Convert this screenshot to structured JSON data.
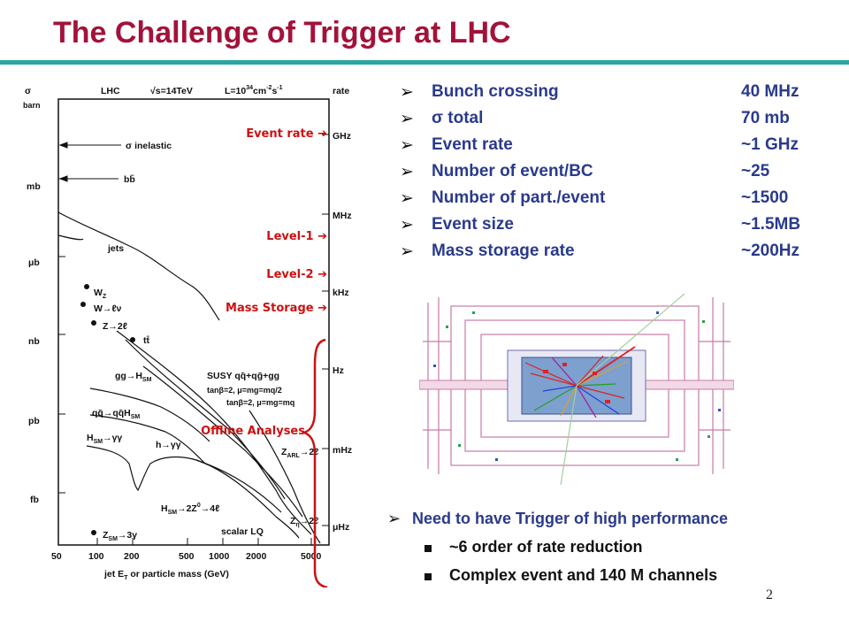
{
  "slide": {
    "title": "The Challenge of Trigger at LHC",
    "page_number": "2"
  },
  "plot": {
    "header": {
      "left": "LHC",
      "energy": "√s=14TeV",
      "lumi": "L=10",
      "lumi_exp": "34",
      "lumi_unit": "cm",
      "lumi_unit_exp": "-2",
      "lumi_unit2": "s",
      "lumi_unit2_exp": "-1",
      "rate": "rate"
    },
    "y_axis": {
      "symbol": "σ",
      "unit": "barn",
      "ticks": [
        "mb",
        "μb",
        "nb",
        "pb",
        "fb"
      ]
    },
    "rate_axis": [
      "GHz",
      "MHz",
      "kHz",
      "Hz",
      "mHz",
      "μHz"
    ],
    "x_axis": {
      "ticks": [
        "50",
        "100",
        "200",
        "500",
        "1000",
        "2000",
        "5000"
      ],
      "label": "jet E",
      "label_sub": "T",
      "label_rest": " or particle mass (GeV)"
    },
    "curve_labels": {
      "inelastic": "σ inelastic",
      "bb": "bb̄",
      "jets": "jets",
      "wz": "W",
      "wz_sub": "Z",
      "wlnu": "W→ℓν",
      "z2l": "Z→2ℓ",
      "tt": "tt̄",
      "gghsm": "gg→H",
      "gghsm_sub": "SM",
      "susy": "SUSY qq̄+qḡ+gg",
      "tanb1": "tanβ=2, μ=m",
      "tanb1_rest": "g=mq",
      "tanb1_tail": "/2",
      "tanb2": "tanβ=2, μ=m",
      "tanb2_rest": "g=mq",
      "qqhsm": "qq̄→qq̄H",
      "qqhsm_sub": "SM",
      "hsmgg": "H",
      "hsmgg_sub": "SM",
      "hsmgg_rest": "→γγ",
      "hgg": "h→γγ",
      "zarl": "Z",
      "zarl_sub": "ARL",
      "zarl_rest": "→2ℓ",
      "hsm4l": "H",
      "hsm4l_sub": "SM",
      "hsm4l_rest": "→2Z",
      "hsm4l_sup": "0",
      "hsm4l_tail": "→4ℓ",
      "zeta": "Z",
      "zeta_sub": "η",
      "zeta_rest": "→2ℓ",
      "zsm3g": "Z",
      "zsm3g_sub": "SM",
      "zsm3g_rest": "→3γ",
      "scalar_lq": "scalar LQ"
    }
  },
  "annotations": {
    "event_rate": "Event rate ➔",
    "level1": "Level-1 ➔",
    "level2": "Level-2 ➔",
    "mass_storage": "Mass Storage ➔",
    "offline": "Offline Analyses"
  },
  "params": [
    {
      "label": "Bunch crossing",
      "value": "40 MHz"
    },
    {
      "label": "σ total",
      "value": "70 mb"
    },
    {
      "label": "Event rate",
      "value": "~1 GHz"
    },
    {
      "label": "Number of event/BC",
      "value": "~25"
    },
    {
      "label": "Number of part./event",
      "value": "~1500"
    },
    {
      "label": "Event size",
      "value": "~1.5MB"
    },
    {
      "label": "Mass storage rate",
      "value": "~200Hz"
    }
  ],
  "needs": {
    "main": "Need to have Trigger of high performance",
    "sub": [
      "~6 order of rate reduction",
      "Complex event and 140 M channels"
    ]
  },
  "bullet_glyph": "Ø",
  "colors": {
    "title": "#a3123a",
    "rule": "#2aa5a0",
    "text_blue": "#2a3a8c",
    "annotation_red": "#cc1111"
  }
}
